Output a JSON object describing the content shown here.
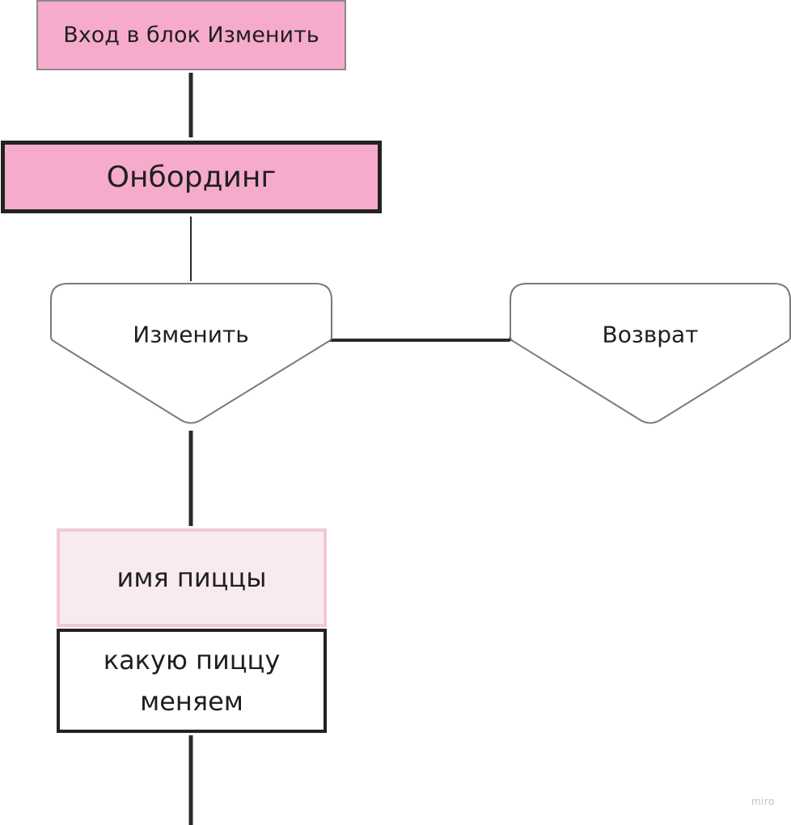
{
  "diagram": {
    "nodes": {
      "entry": "Вход в блок Изменить",
      "onboarding": "Онбординг",
      "change": "Изменить",
      "return": "Возврат",
      "pizza_name": "имя пиццы",
      "which_pizza": "какую пиццу меняем"
    },
    "colors": {
      "pink": "#f7abcc",
      "light_pink": "#f9eaf1",
      "light_pink_border": "#f0c9d8",
      "dark_line": "#222222",
      "grey_outline": "#8a8a8a"
    }
  },
  "watermark": "miro"
}
